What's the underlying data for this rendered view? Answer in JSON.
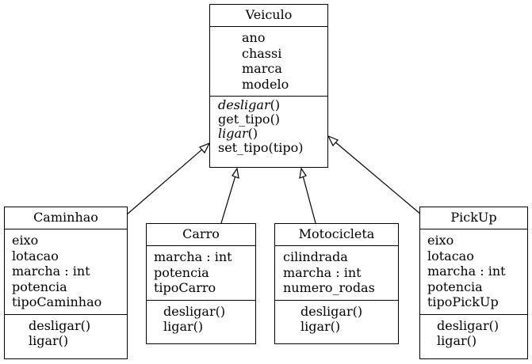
{
  "classes": {
    "veiculo": {
      "name": "Veiculo",
      "attributes": [
        "ano",
        "chassi",
        "marca",
        "modelo"
      ],
      "methods": [
        {
          "name": "desligar",
          "suffix": "()",
          "abstract": true
        },
        {
          "name": "get_tipo",
          "suffix": "()",
          "abstract": false
        },
        {
          "name": "ligar",
          "suffix": "()",
          "abstract": true
        },
        {
          "name": "set_tipo",
          "suffix": "(tipo)",
          "abstract": false
        }
      ]
    },
    "caminhao": {
      "name": "Caminhao",
      "attributes": [
        "eixo",
        "lotacao",
        "marcha : int",
        "potencia",
        "tipoCaminhao"
      ],
      "methods": [
        "desligar()",
        "ligar()"
      ]
    },
    "carro": {
      "name": "Carro",
      "attributes": [
        "marcha : int",
        "potencia",
        "tipoCarro"
      ],
      "methods": [
        "desligar()",
        "ligar()"
      ]
    },
    "motocicleta": {
      "name": "Motocicleta",
      "attributes": [
        "cilindrada",
        "marcha : int",
        "numero_rodas"
      ],
      "methods": [
        "desligar()",
        "ligar()"
      ]
    },
    "pickup": {
      "name": "PickUp",
      "attributes": [
        "eixo",
        "lotacao",
        "marcha : int",
        "potencia",
        "tipoPickUp"
      ],
      "methods": [
        "desligar()",
        "ligar()"
      ]
    }
  },
  "relations": [
    {
      "from": "caminhao",
      "to": "veiculo",
      "type": "generalization"
    },
    {
      "from": "carro",
      "to": "veiculo",
      "type": "generalization"
    },
    {
      "from": "motocicleta",
      "to": "veiculo",
      "type": "generalization"
    },
    {
      "from": "pickup",
      "to": "veiculo",
      "type": "generalization"
    }
  ]
}
